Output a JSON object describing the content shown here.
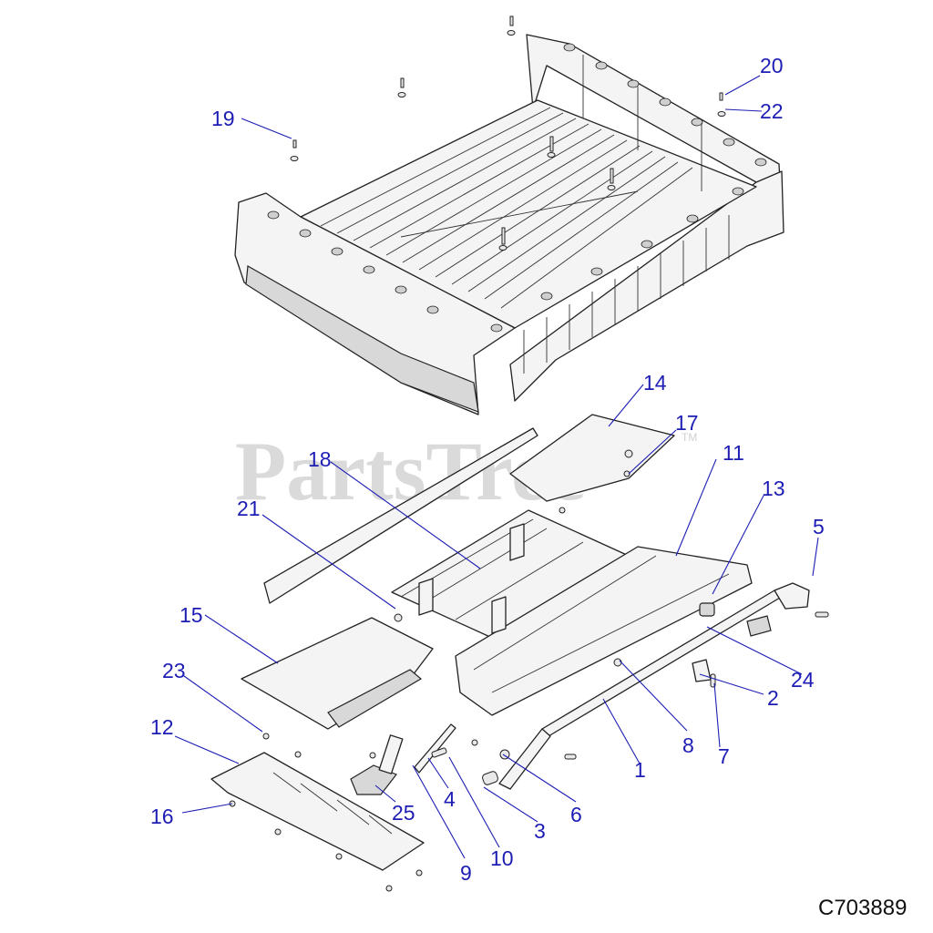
{
  "watermark": {
    "text": "PartsTree",
    "tm": "TM"
  },
  "drawing_code": "C703889",
  "callouts": [
    {
      "id": "c1",
      "label": "1"
    },
    {
      "id": "c2",
      "label": "2"
    },
    {
      "id": "c3",
      "label": "3"
    },
    {
      "id": "c4",
      "label": "4"
    },
    {
      "id": "c5",
      "label": "5"
    },
    {
      "id": "c6",
      "label": "6"
    },
    {
      "id": "c7",
      "label": "7"
    },
    {
      "id": "c8",
      "label": "8"
    },
    {
      "id": "c9",
      "label": "9"
    },
    {
      "id": "c10",
      "label": "10"
    },
    {
      "id": "c11",
      "label": "11"
    },
    {
      "id": "c12",
      "label": "12"
    },
    {
      "id": "c13",
      "label": "13"
    },
    {
      "id": "c14",
      "label": "14"
    },
    {
      "id": "c15",
      "label": "15"
    },
    {
      "id": "c16",
      "label": "16"
    },
    {
      "id": "c17",
      "label": "17"
    },
    {
      "id": "c18",
      "label": "18"
    },
    {
      "id": "c19",
      "label": "19"
    },
    {
      "id": "c20",
      "label": "20"
    },
    {
      "id": "c21",
      "label": "21"
    },
    {
      "id": "c22",
      "label": "22"
    },
    {
      "id": "c23",
      "label": "23"
    },
    {
      "id": "c24",
      "label": "24"
    },
    {
      "id": "c25",
      "label": "25"
    }
  ],
  "colors": {
    "callout": "#1d1db5",
    "line": "#222222",
    "watermark": "#bcbcbc"
  }
}
